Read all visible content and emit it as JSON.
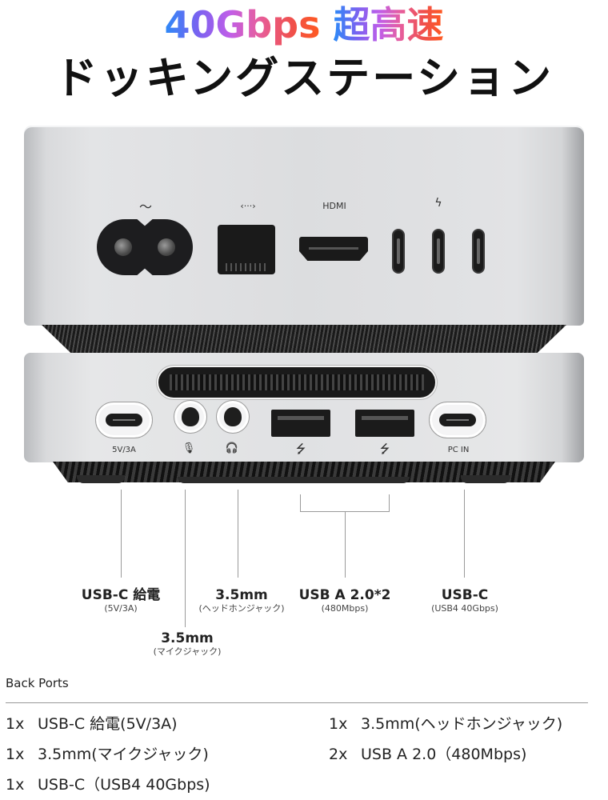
{
  "headline": {
    "speed": "40Gbps",
    "speed_suffix": "超高速",
    "product": "ドッキングステーション",
    "gradient_colors": [
      "#2b8af7",
      "#c05ee8",
      "#e65ea0",
      "#ff5a1f"
    ]
  },
  "top_unit": {
    "port_labels": {
      "power": "〜",
      "ethernet": "‹···›",
      "hdmi": "HDMI",
      "thunderbolt": "ϟ"
    },
    "ports": [
      "power-inlet",
      "ethernet",
      "hdmi",
      "usb-c",
      "usb-c",
      "usb-c"
    ]
  },
  "bottom_unit": {
    "port_labels": {
      "usbc_power": "5V/3A",
      "mic": "🎙",
      "headphone": "🎧",
      "usb_a_1": "⭍",
      "usb_a_2": "⭍",
      "pc_in": "PC IN"
    }
  },
  "callouts": [
    {
      "main": "USB-C 給電",
      "sub": "(5V/3A)"
    },
    {
      "main": "3.5mm",
      "sub": "(ヘッドホンジャック)"
    },
    {
      "main": "USB A 2.0*2",
      "sub": "(480Mbps)"
    },
    {
      "main": "USB-C",
      "sub": "(USB4 40Gbps)"
    },
    {
      "main": "3.5mm",
      "sub": "(マイクジャック)"
    }
  ],
  "specs": {
    "title": "Back Ports",
    "items": [
      {
        "qty": "1x",
        "label": "USB-C 給電(5V/3A)"
      },
      {
        "qty": "1x",
        "label": "3.5mm(ヘッドホンジャック)"
      },
      {
        "qty": "1x",
        "label": "3.5mm(マイクジャック)"
      },
      {
        "qty": "2x",
        "label": "USB A 2.0（480Mbps)"
      },
      {
        "qty": "1x",
        "label": "USB-C（USB4 40Gbps)"
      }
    ]
  }
}
